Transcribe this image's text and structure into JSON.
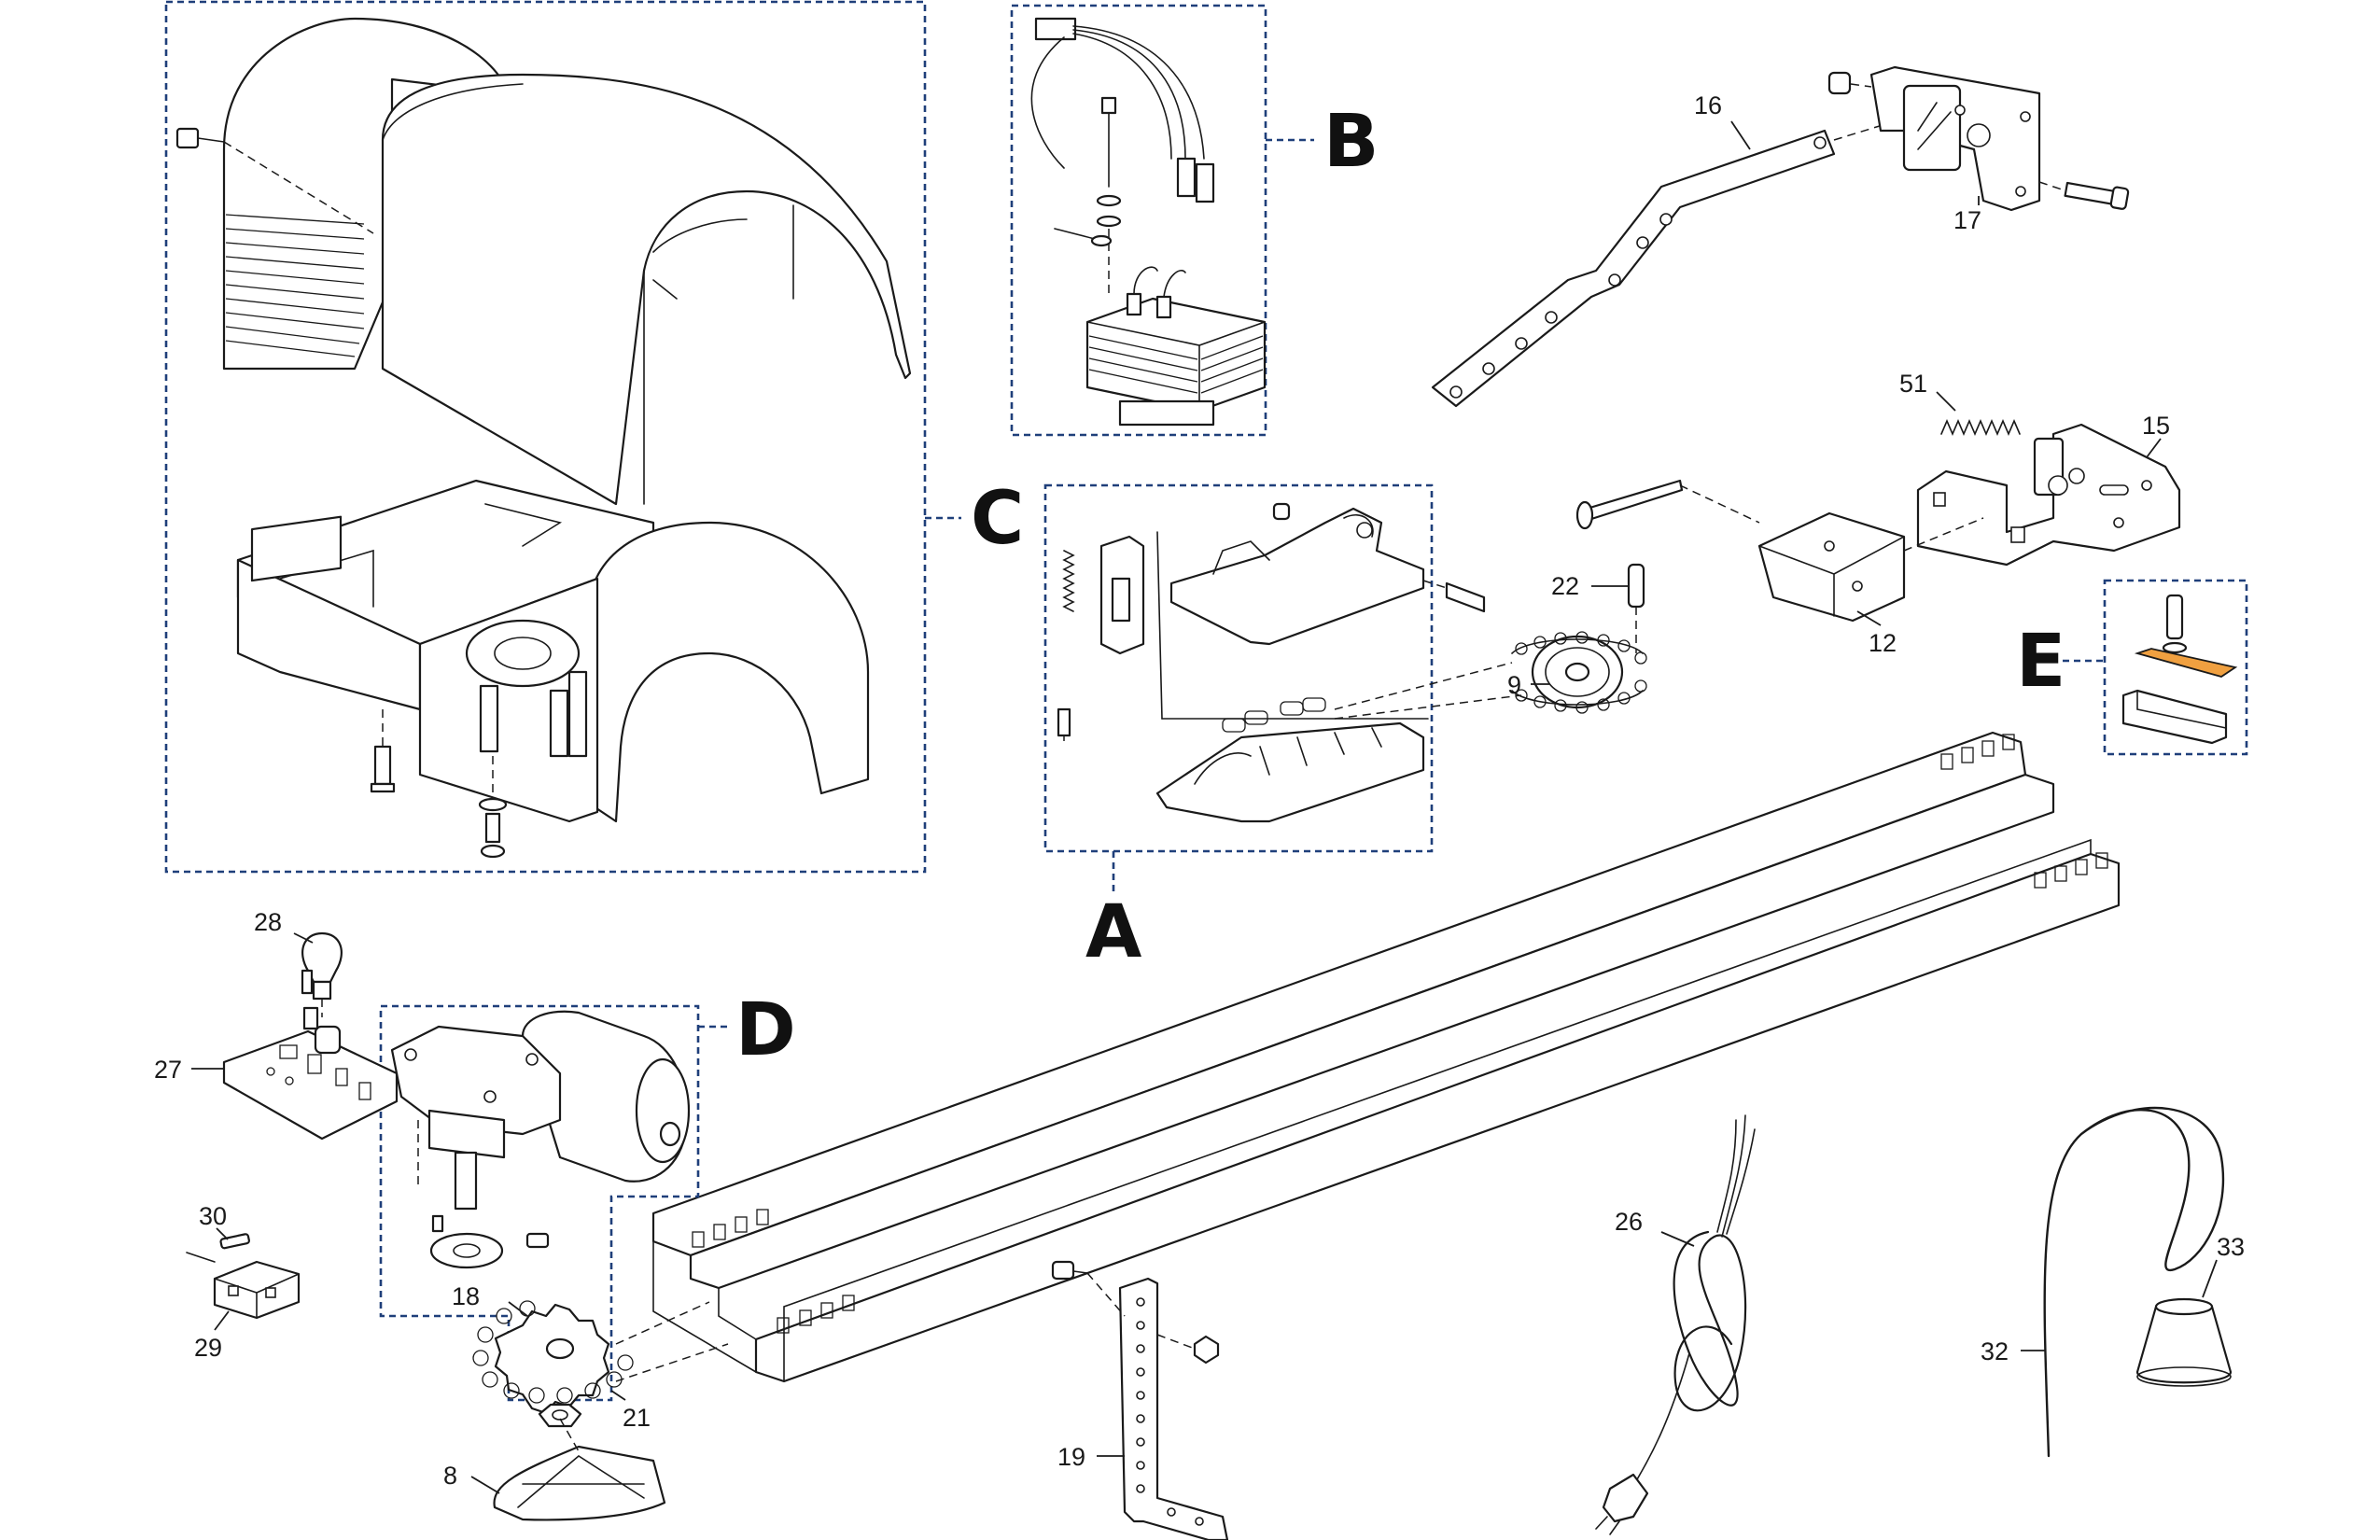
{
  "groups": {
    "a": "A",
    "b": "B",
    "c": "C",
    "d": "D",
    "e": "E"
  },
  "parts": {
    "p8": "8",
    "p9": "9",
    "p12": "12",
    "p15": "15",
    "p16": "16",
    "p17": "17",
    "p18": "18",
    "p19": "19",
    "p21": "21",
    "p22": "22",
    "p26": "26",
    "p27": "27",
    "p28": "28",
    "p29": "29",
    "p30": "30",
    "p32": "32",
    "p33": "33",
    "p51": "51"
  },
  "colors": {
    "group_box": "#1f3f7a",
    "highlight_part": "#f0a040",
    "line_art": "#1a1a1a"
  }
}
